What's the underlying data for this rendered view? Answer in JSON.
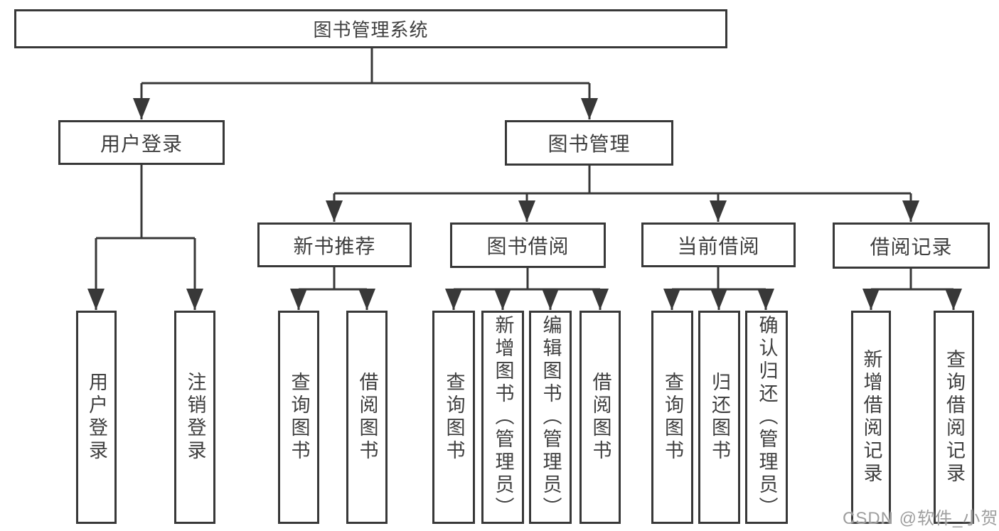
{
  "colors": {
    "line": "#383838",
    "text": "#3f3f3f",
    "background": "#ffffff",
    "watermark": "#9e9e9e"
  },
  "diagram": {
    "root": {
      "label": "图书管理系统"
    },
    "level2": [
      {
        "id": "user-login",
        "label": "用户登录"
      },
      {
        "id": "book-management",
        "label": "图书管理"
      }
    ],
    "level3": [
      {
        "id": "new-book-recommend",
        "label": "新书推荐",
        "parent": "图书管理"
      },
      {
        "id": "book-borrow",
        "label": "图书借阅",
        "parent": "图书管理"
      },
      {
        "id": "current-borrow",
        "label": "当前借阅",
        "parent": "图书管理"
      },
      {
        "id": "borrow-records",
        "label": "借阅记录",
        "parent": "图书管理"
      }
    ],
    "leaves": [
      {
        "label": "用户登录",
        "parent": "用户登录"
      },
      {
        "label": "注销登录",
        "parent": "用户登录"
      },
      {
        "label": "查询图书",
        "parent": "新书推荐"
      },
      {
        "label": "借阅图书",
        "parent": "新书推荐"
      },
      {
        "label": "查询图书",
        "parent": "图书借阅"
      },
      {
        "label": "新增图书（管理员）",
        "parent": "图书借阅"
      },
      {
        "label": "编辑图书（管理员）",
        "parent": "图书借阅"
      },
      {
        "label": "借阅图书",
        "parent": "图书借阅"
      },
      {
        "label": "查询图书",
        "parent": "当前借阅"
      },
      {
        "label": "归还图书",
        "parent": "当前借阅"
      },
      {
        "label": "确认归还（管理员）",
        "parent": "当前借阅"
      },
      {
        "label": "新增借阅记录",
        "parent": "借阅记录"
      },
      {
        "label": "查询借阅记录",
        "parent": "借阅记录"
      }
    ]
  },
  "watermark": {
    "text": "CSDN @软件_小贺同学"
  }
}
